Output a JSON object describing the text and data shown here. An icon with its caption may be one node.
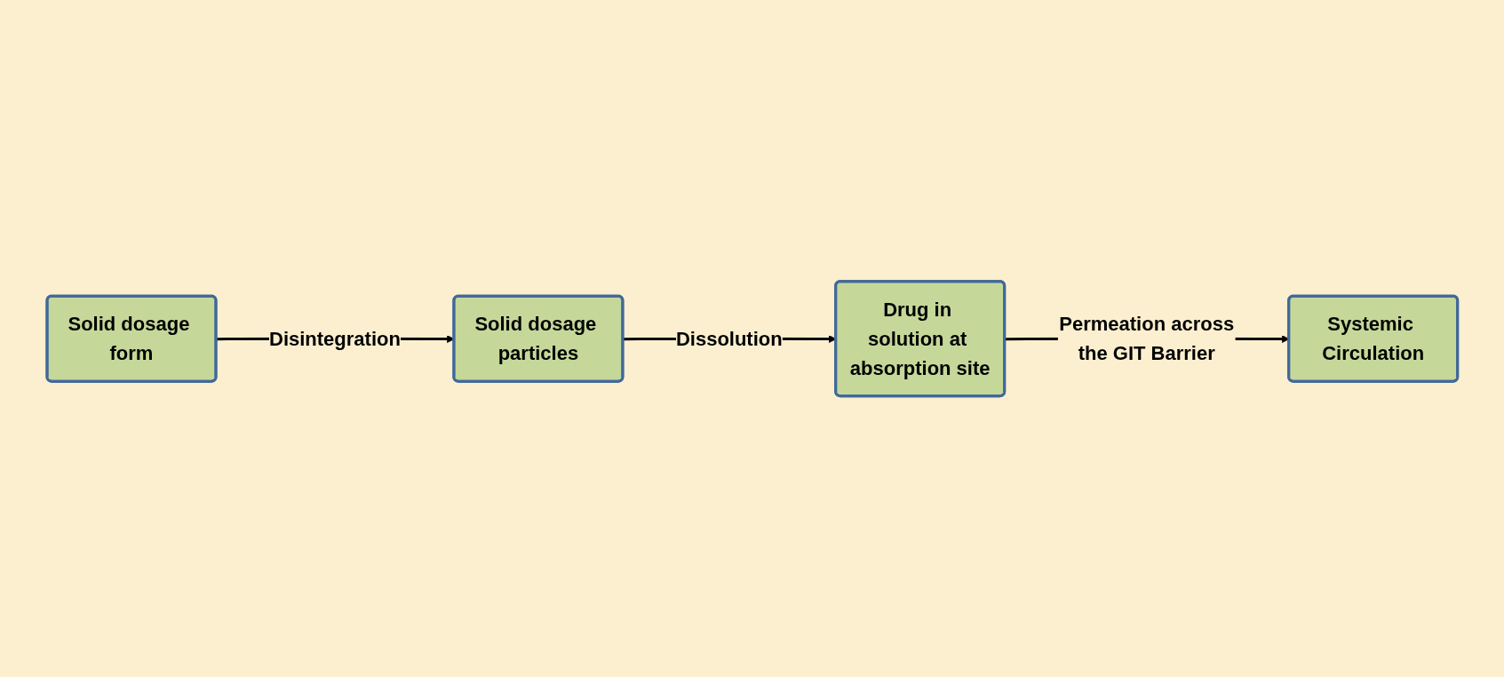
{
  "diagram": {
    "nodes": [
      {
        "text": [
          "Solid dosage form"
        ]
      },
      {
        "text": [
          "Solid dosage particles"
        ]
      },
      {
        "text": [
          "Drug in solution at absorption site"
        ]
      },
      {
        "text": [
          "Systemic Circulation"
        ]
      }
    ],
    "edges": [
      {
        "from": 0,
        "to": 1,
        "arrow": "to",
        "label": "Disintegration"
      },
      {
        "from": 1,
        "to": 2,
        "arrow": "to",
        "label": "Dissolution"
      },
      {
        "from": 2,
        "to": 3,
        "arrow": "to",
        "label": "Permeation across the GIT Barrier"
      }
    ]
  }
}
